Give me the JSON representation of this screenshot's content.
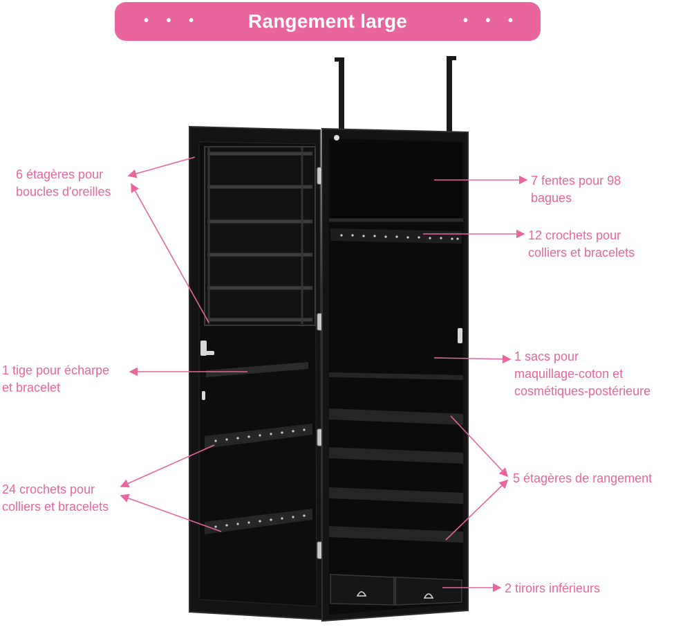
{
  "banner": {
    "title": "Rangement large",
    "dots_left": "• • •",
    "dots_right": "• • •"
  },
  "labels": {
    "earring_shelves": "6 étagères pour\nboucles d'oreilles",
    "scarf_rod": "1 tige pour écharpe\net bracelet",
    "door_hooks": "24 crochets pour\ncolliers et bracelets",
    "ring_slots": "7 fentes pour 98\nbagues",
    "cabinet_hooks": "12 crochets pour\ncolliers et bracelets",
    "bag": "1 sacs pour\nmaquillage-coton et\ncosmétiques-postérieure",
    "storage_shelves": "5 étagères de rangement",
    "drawers": "2 tiroirs inférieurs"
  },
  "colors": {
    "accent": "#e8659e",
    "cabinet": "#141414",
    "cabinet_edge": "#2a2a2a",
    "hinge": "#c9c9c9"
  },
  "icons": {
    "drawer_handle": "drawer-handle-icon",
    "hinge": "hinge-icon"
  }
}
